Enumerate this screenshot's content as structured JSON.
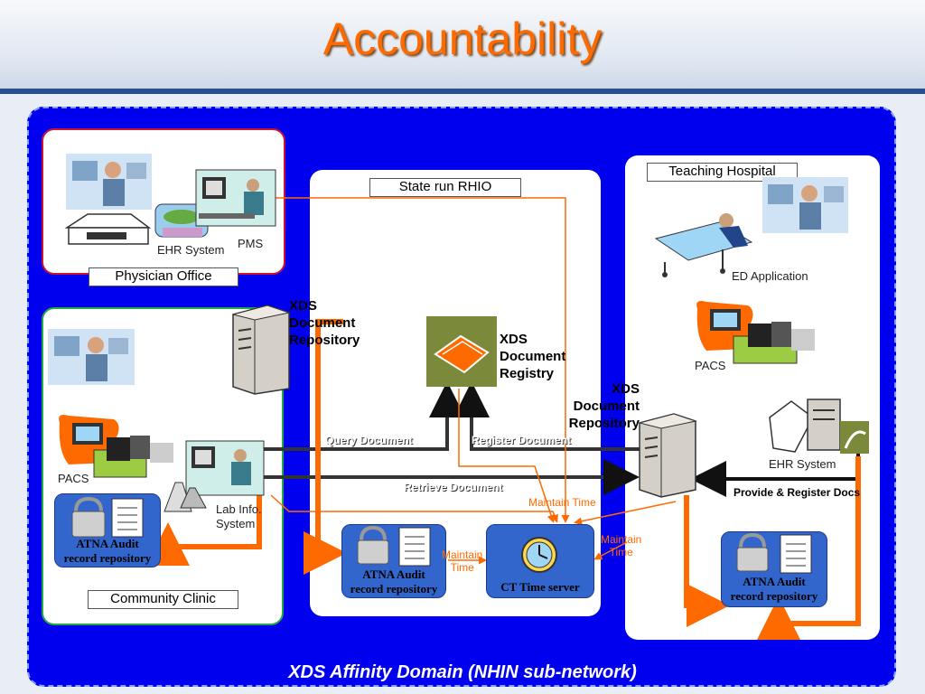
{
  "title": "Accountability",
  "domain_label": "XDS Affinity Domain (NHIN sub-network)",
  "panels": {
    "physician_office": "Physician Office",
    "community_clinic": "Community Clinic",
    "rhio": "State run RHIO",
    "teaching_hospital": "Teaching Hospital"
  },
  "nodes": {
    "ehr_system_office": "EHR System",
    "pms": "PMS",
    "xds_repository_left": [
      "XDS",
      "Document",
      "Repository"
    ],
    "xds_registry": [
      "XDS",
      "Document",
      "Registry"
    ],
    "xds_repository_right": [
      "XDS",
      "Document",
      "Repository"
    ],
    "pacs_clinic": "PACS",
    "lab_info_system": [
      "Lab Info.",
      "System"
    ],
    "ed_application": "ED Application",
    "pacs_hospital": "PACS",
    "ehr_system_hospital": "EHR System",
    "ct_time_server": "CT Time server"
  },
  "atna": {
    "line1": "ATNA Audit",
    "line2": "record repository"
  },
  "flows": {
    "query_document": "Query Document",
    "register_document": "Register Document",
    "retrieve_document": "Retrieve Document",
    "maintain_time_top": "Maintain Time",
    "maintain_time_left": [
      "Maintain",
      "Time"
    ],
    "maintain_time_right": [
      "Maintain",
      "Time"
    ],
    "provide_register": "Provide & Register Docs"
  },
  "colors": {
    "domain_bg": "#0000ee",
    "title": "#ff6a00",
    "physician_border": "#cc1133",
    "clinic_border": "#22aa44",
    "orange_arrow": "#ff6a00",
    "atna_box": "#3366cc"
  }
}
